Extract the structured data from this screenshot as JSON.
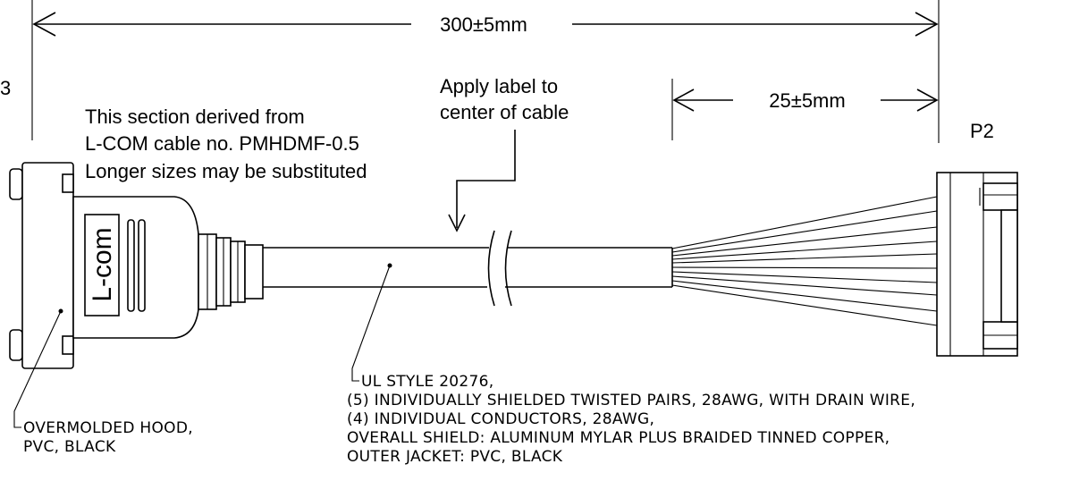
{
  "dimensions": {
    "overall_length": "300±5mm",
    "breakout_length": "25±5mm"
  },
  "connector_label": "P2",
  "stray_mark": "3",
  "notes": {
    "label_instruction": [
      "Apply label to",
      "center of cable"
    ],
    "derivation": [
      "This section derived from",
      "L-COM cable no. PMHDMF-0.5",
      "Longer sizes may be substituted"
    ]
  },
  "hood": {
    "logo": "L-com",
    "callout": [
      "OVERMOLDED HOOD,",
      "PVC, BLACK"
    ]
  },
  "cable_spec": [
    "UL STYLE 20276,",
    "(5) INDIVIDUALLY SHIELDED TWISTED PAIRS, 28AWG, WITH DRAIN WIRE,",
    "(4) INDIVIDUAL CONDUCTORS, 28AWG,",
    "OVERALL SHIELD: ALUMINUM MYLAR PLUS BRAIDED TINNED COPPER,",
    "OUTER JACKET: PVC, BLACK"
  ]
}
